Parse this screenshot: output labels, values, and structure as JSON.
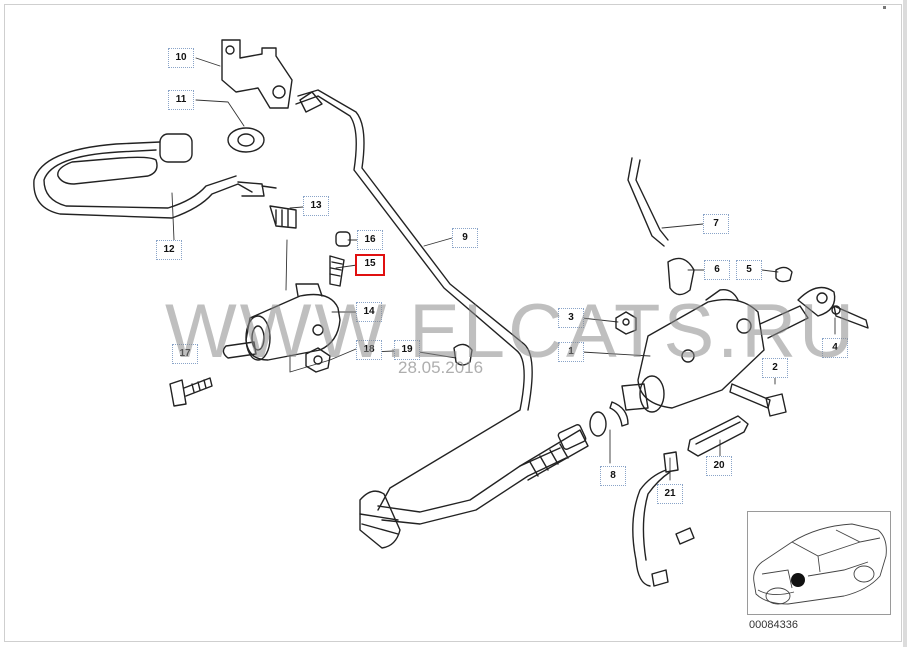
{
  "diagram": {
    "id_label": "00084336",
    "highlighted_part": "15",
    "highlight_color": "#e01010",
    "callouts": [
      "1",
      "2",
      "3",
      "4",
      "5",
      "6",
      "7",
      "8",
      "9",
      "10",
      "11",
      "12",
      "13",
      "14",
      "15",
      "16",
      "17",
      "18",
      "19",
      "20",
      "21"
    ]
  },
  "watermark": {
    "text": "WWW.ELCATS.RU",
    "date": "28.05.2016"
  },
  "icons": {
    "car_thumbnail": "car-location-thumbnail",
    "location_marker": "location-dot-icon"
  }
}
